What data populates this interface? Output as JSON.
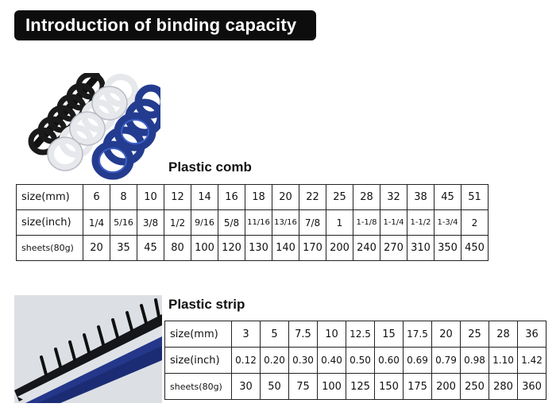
{
  "header": {
    "title": "Introduction of binding capacity"
  },
  "comb": {
    "title": "Plastic comb",
    "rows": [
      {
        "label": "size(mm)",
        "values": [
          "6",
          "8",
          "10",
          "12",
          "14",
          "16",
          "18",
          "20",
          "22",
          "25",
          "28",
          "32",
          "38",
          "45",
          "51"
        ]
      },
      {
        "label": "size(inch)",
        "values": [
          "1/4",
          "5/16",
          "3/8",
          "1/2",
          "9/16",
          "5/8",
          "11/16",
          "13/16",
          "7/8",
          "1",
          "1-1/8",
          "1-1/4",
          "1-1/2",
          "1-3/4",
          "2"
        ]
      },
      {
        "label": "sheets(80g)",
        "values": [
          "20",
          "35",
          "45",
          "80",
          "100",
          "120",
          "130",
          "140",
          "170",
          "200",
          "240",
          "270",
          "310",
          "350",
          "450"
        ]
      }
    ]
  },
  "strip": {
    "title": "Plastic strip",
    "rows": [
      {
        "label": "size(mm)",
        "values": [
          "3",
          "5",
          "7.5",
          "10",
          "12.5",
          "15",
          "17.5",
          "20",
          "25",
          "28",
          "36"
        ]
      },
      {
        "label": "size(inch)",
        "values": [
          "0.12",
          "0.20",
          "0.30",
          "0.40",
          "0.50",
          "0.60",
          "0.69",
          "0.79",
          "0.98",
          "1.10",
          "1.42"
        ]
      },
      {
        "label": "sheets(80g)",
        "values": [
          "30",
          "50",
          "75",
          "100",
          "125",
          "150",
          "175",
          "200",
          "250",
          "280",
          "360"
        ]
      }
    ]
  }
}
